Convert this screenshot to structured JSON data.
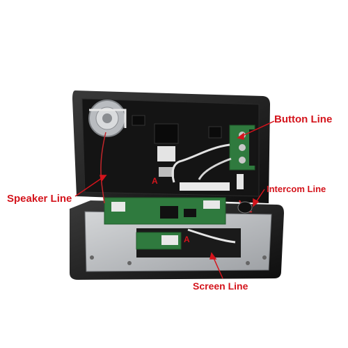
{
  "labels": {
    "button_line": "Button Line",
    "speaker_line": "Speaker Line",
    "intercom_line": "Intercom Line",
    "screen_line": "Screen Line"
  },
  "markers": {
    "left": "A",
    "right": "A"
  },
  "colors": {
    "accent": "#d4141c",
    "housing": "#1a1a1a",
    "pcb": "#2f7a3e",
    "screen_plate": "#b9bcc0"
  }
}
